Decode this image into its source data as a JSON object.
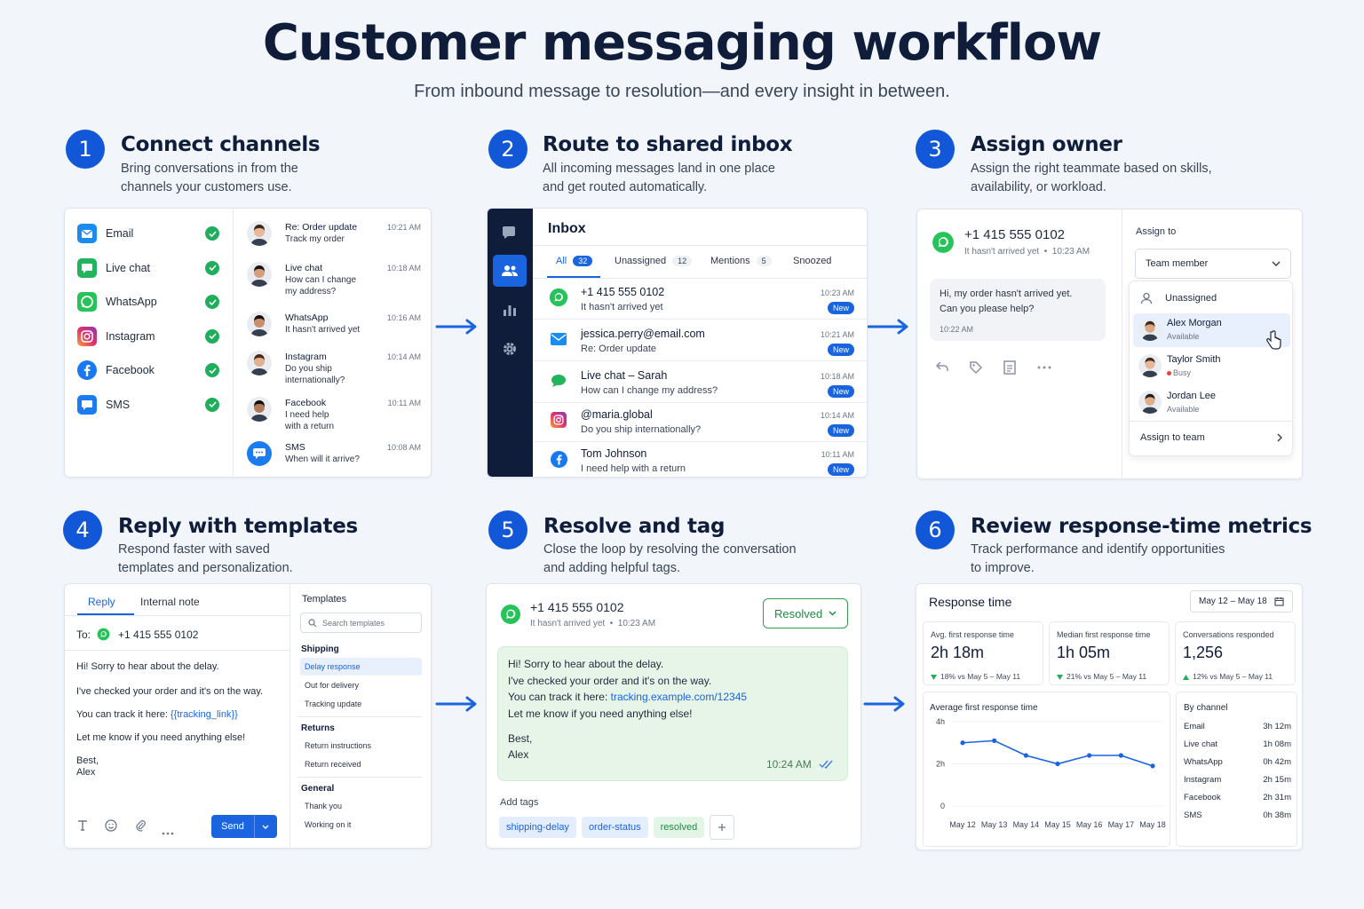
{
  "header": {
    "title": "Customer messaging workflow",
    "subtitle": "From inbound message to resolution—and every insight in between."
  },
  "steps": [
    {
      "num": "1",
      "title": "Connect channels",
      "desc": "Bring conversations in from the channels your customers use."
    },
    {
      "num": "2",
      "title": "Route to shared inbox",
      "desc": "All incoming messages land in one place and get routed automatically."
    },
    {
      "num": "3",
      "title": "Assign owner",
      "desc": "Assign the right teammate based on skills, availability, or workload."
    },
    {
      "num": "4",
      "title": "Reply with templates",
      "desc": "Respond faster with saved templates and personalization."
    },
    {
      "num": "5",
      "title": "Resolve and tag",
      "desc": "Close the loop by resolving the conversation and adding helpful tags."
    },
    {
      "num": "6",
      "title": "Review response-time metrics",
      "desc": "Track performance and identify opportunities to improve."
    }
  ],
  "channels": {
    "list": [
      {
        "name": "Email",
        "icon": "email-icon",
        "color": "#1a8cf0"
      },
      {
        "name": "Live chat",
        "icon": "chat-icon",
        "color": "#22b45c"
      },
      {
        "name": "WhatsApp",
        "icon": "whatsapp-icon",
        "color": "#25c35a"
      },
      {
        "name": "Instagram",
        "icon": "instagram-icon",
        "color": "#d6249f"
      },
      {
        "name": "Facebook",
        "icon": "facebook-icon",
        "color": "#1877f2"
      },
      {
        "name": "SMS",
        "icon": "sms-icon",
        "color": "#1a7cf0"
      }
    ],
    "messages": [
      {
        "name": "Re: Order update",
        "line1": "Track my order",
        "line2": "",
        "time": "10:21 AM"
      },
      {
        "name": "Live chat",
        "line1": "How can I change",
        "line2": "my address?",
        "time": "10:18 AM"
      },
      {
        "name": "WhatsApp",
        "line1": "It hasn't arrived yet",
        "line2": "",
        "time": "10:16 AM"
      },
      {
        "name": "Instagram",
        "line1": "Do you ship",
        "line2": "internationally?",
        "time": "10:14 AM"
      },
      {
        "name": "Facebook",
        "line1": "I need help",
        "line2": "with a return",
        "time": "10:11 AM"
      },
      {
        "name": "SMS",
        "line1": "When will it arrive?",
        "line2": "",
        "time": "10:08 AM"
      }
    ]
  },
  "inbox": {
    "title": "Inbox",
    "tabs": [
      {
        "label": "All",
        "count": "32"
      },
      {
        "label": "Unassigned",
        "count": "12"
      },
      {
        "label": "Mentions",
        "count": "5"
      },
      {
        "label": "Snoozed",
        "count": ""
      }
    ],
    "new_label": "New",
    "rows": [
      {
        "from": "+1 415 555 0102",
        "msg": "It hasn't arrived yet",
        "time": "10:23 AM",
        "icon": "whatsapp-icon"
      },
      {
        "from": "jessica.perry@email.com",
        "msg": "Re: Order update",
        "time": "10:21 AM",
        "icon": "email-icon"
      },
      {
        "from": "Live chat – Sarah",
        "msg": "How can I change my address?",
        "time": "10:18 AM",
        "icon": "chat-icon"
      },
      {
        "from": "@maria.global",
        "msg": "Do you ship internationally?",
        "time": "10:14 AM",
        "icon": "instagram-icon"
      },
      {
        "from": "Tom Johnson",
        "msg": "I need help with a return",
        "time": "10:11 AM",
        "icon": "facebook-icon"
      }
    ]
  },
  "assign": {
    "phone": "+1 415 555 0102",
    "meta": "It hasn't arrived yet  •  10:23 AM",
    "bubble_line1": "Hi, my order hasn't arrived yet.",
    "bubble_line2": "Can you please help?",
    "bubble_time": "10:22 AM",
    "assign_label": "Assign to",
    "select_value": "Team member",
    "unassigned": "Unassigned",
    "people": [
      {
        "name": "Alex Morgan",
        "status": "Available"
      },
      {
        "name": "Taylor Smith",
        "status": "Busy"
      },
      {
        "name": "Jordan Lee",
        "status": "Available"
      }
    ],
    "assign_team": "Assign to team"
  },
  "reply": {
    "tab_reply": "Reply",
    "tab_note": "Internal note",
    "to_label": "To:",
    "to_value": "+1 415 555 0102",
    "body": [
      "Hi! Sorry to hear about the delay.",
      "I've checked your order and it's on the way."
    ],
    "track_prefix": "You can track it here: ",
    "track_var": "{{tracking_link}}",
    "body2": "Let me know if you need anything else!",
    "sign1": "Best,",
    "sign2": "Alex",
    "send": "Send",
    "templates_label": "Templates",
    "search_placeholder": "Search templates",
    "groups": [
      {
        "name": "Shipping",
        "items": [
          "Delay response",
          "Out for delivery",
          "Tracking update"
        ]
      },
      {
        "name": "Returns",
        "items": [
          "Return instructions",
          "Return received"
        ]
      },
      {
        "name": "General",
        "items": [
          "Thank you",
          "Working on it"
        ]
      }
    ]
  },
  "resolve": {
    "phone": "+1 415 555 0102",
    "meta": "It hasn't arrived yet  •  10:23 AM",
    "status": "Resolved",
    "lines": [
      "Hi! Sorry to hear about the delay.",
      "I've checked your order and it's on the way."
    ],
    "track_prefix": "You can track it here: ",
    "track_link": "tracking.example.com/12345",
    "line4": "Let me know if you need anything else!",
    "sign1": "Best,",
    "sign2": "Alex",
    "time": "10:24 AM",
    "tags_label": "Add tags",
    "tags": [
      "shipping-delay",
      "order-status",
      "resolved"
    ]
  },
  "metrics": {
    "title": "Response time",
    "range": "May 12 – May 18",
    "kpis": [
      {
        "label": "Avg. first response time",
        "value": "2h 18m",
        "delta": "18% vs May 5 – May 11",
        "dir": "down"
      },
      {
        "label": "Median first response time",
        "value": "1h 05m",
        "delta": "21% vs May 5 – May 11",
        "dir": "down"
      },
      {
        "label": "Conversations responded",
        "value": "1,256",
        "delta": "12% vs May 5 – May 11",
        "dir": "up"
      }
    ],
    "by_channel_title": "By channel",
    "by_channel": [
      {
        "name": "Email",
        "value": "3h 12m"
      },
      {
        "name": "Live chat",
        "value": "1h 08m"
      },
      {
        "name": "WhatsApp",
        "value": "0h 42m"
      },
      {
        "name": "Instagram",
        "value": "2h 15m"
      },
      {
        "name": "Facebook",
        "value": "2h 31m"
      },
      {
        "name": "SMS",
        "value": "0h 38m"
      }
    ]
  },
  "chart_data": {
    "type": "line",
    "title": "Average first response time",
    "xlabel": "",
    "ylabel": "",
    "categories": [
      "May 12",
      "May 13",
      "May 14",
      "May 15",
      "May 16",
      "May 17",
      "May 18"
    ],
    "y_ticks": [
      "0",
      "2h",
      "4h"
    ],
    "ylim": [
      0,
      4
    ],
    "series": [
      {
        "values": [
          3.0,
          3.1,
          2.4,
          2.0,
          2.4,
          2.4,
          1.9
        ]
      }
    ],
    "grid": true
  }
}
